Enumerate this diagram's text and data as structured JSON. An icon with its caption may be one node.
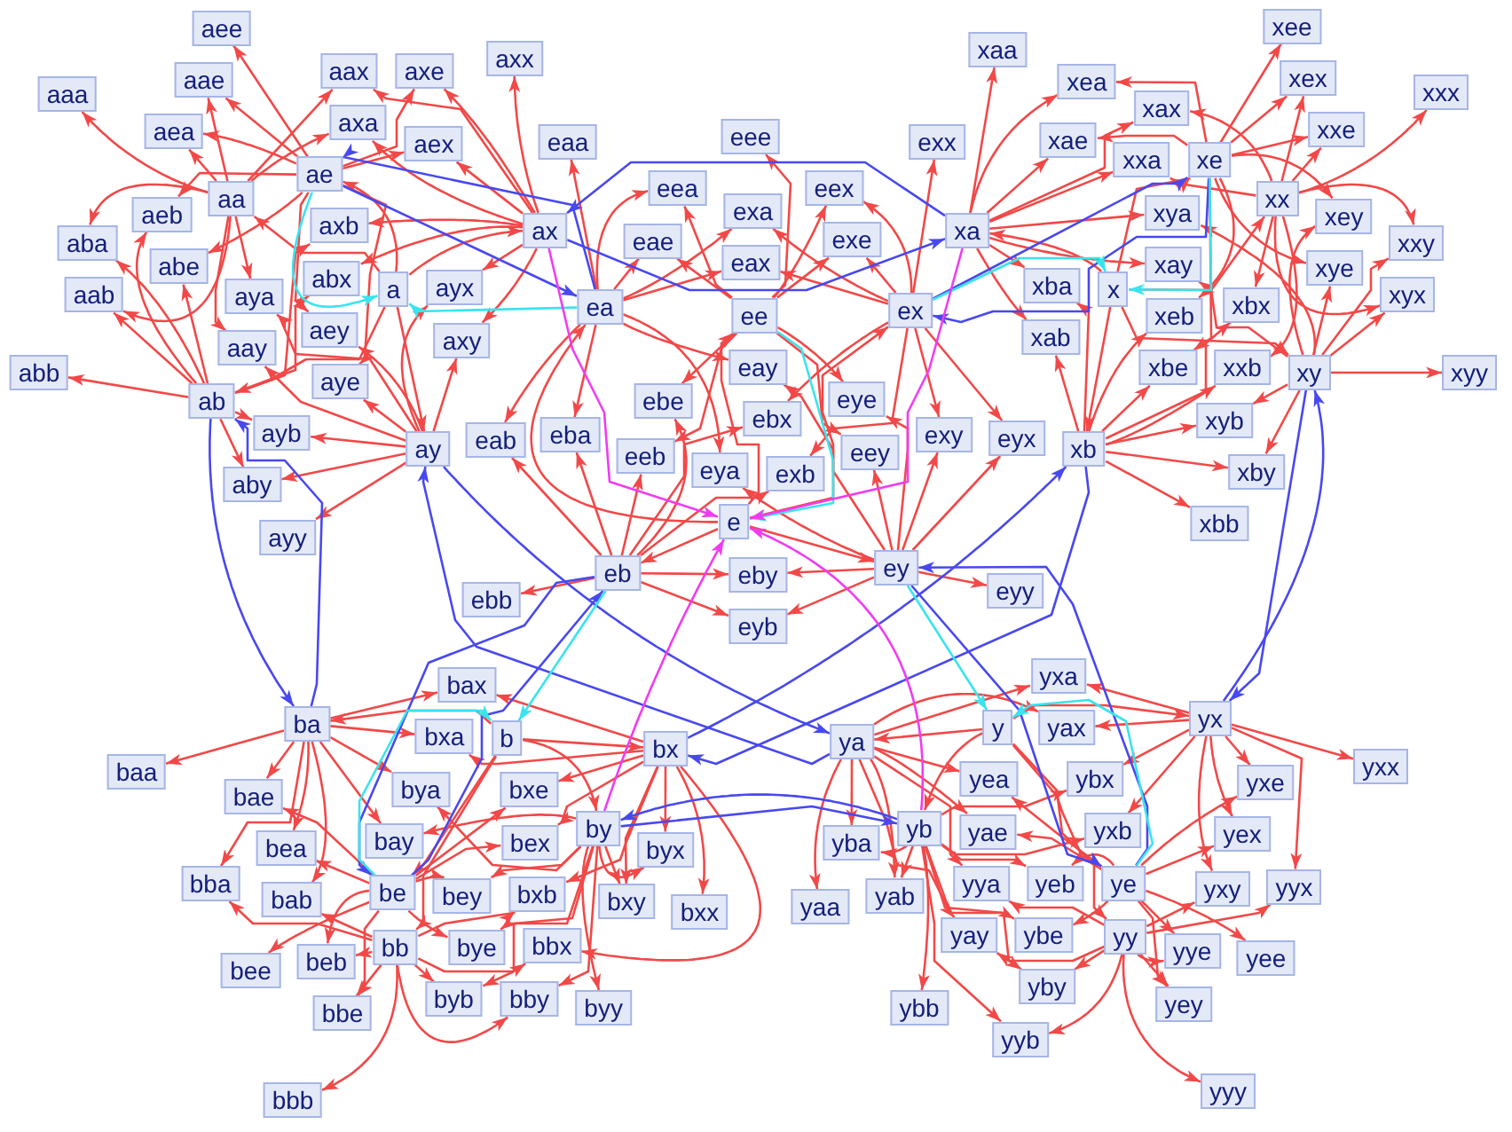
{
  "diagram": {
    "nodes": [
      {
        "text": [
          "a"
        ]
      },
      {
        "text": [
          "b"
        ]
      },
      {
        "text": [
          "e"
        ]
      },
      {
        "text": [
          "x"
        ]
      },
      {
        "text": [
          "y"
        ]
      },
      {
        "text": [
          "aa"
        ]
      },
      {
        "text": [
          "ab"
        ]
      },
      {
        "text": [
          "ae"
        ]
      },
      {
        "text": [
          "ax"
        ]
      },
      {
        "text": [
          "ay"
        ]
      },
      {
        "text": [
          "ba"
        ]
      },
      {
        "text": [
          "bb"
        ]
      },
      {
        "text": [
          "be"
        ]
      },
      {
        "text": [
          "bx"
        ]
      },
      {
        "text": [
          "by"
        ]
      },
      {
        "text": [
          "ea"
        ]
      },
      {
        "text": [
          "eb"
        ]
      },
      {
        "text": [
          "ee"
        ]
      },
      {
        "text": [
          "ex"
        ]
      },
      {
        "text": [
          "ey"
        ]
      },
      {
        "text": [
          "xa"
        ]
      },
      {
        "text": [
          "xb"
        ]
      },
      {
        "text": [
          "xe"
        ]
      },
      {
        "text": [
          "xx"
        ]
      },
      {
        "text": [
          "xy"
        ]
      },
      {
        "text": [
          "ya"
        ]
      },
      {
        "text": [
          "yb"
        ]
      },
      {
        "text": [
          "ye"
        ]
      },
      {
        "text": [
          "yx"
        ]
      },
      {
        "text": [
          "yy"
        ]
      },
      {
        "text": [
          "aaa"
        ]
      },
      {
        "text": [
          "aab"
        ]
      },
      {
        "text": [
          "aae"
        ]
      },
      {
        "text": [
          "aax"
        ]
      },
      {
        "text": [
          "aay"
        ]
      },
      {
        "text": [
          "aba"
        ]
      },
      {
        "text": [
          "abb"
        ]
      },
      {
        "text": [
          "abe"
        ]
      },
      {
        "text": [
          "abx"
        ]
      },
      {
        "text": [
          "aby"
        ]
      },
      {
        "text": [
          "aea"
        ]
      },
      {
        "text": [
          "aeb"
        ]
      },
      {
        "text": [
          "aee"
        ]
      },
      {
        "text": [
          "aex"
        ]
      },
      {
        "text": [
          "aey"
        ]
      },
      {
        "text": [
          "axa"
        ]
      },
      {
        "text": [
          "axb"
        ]
      },
      {
        "text": [
          "axe"
        ]
      },
      {
        "text": [
          "axx"
        ]
      },
      {
        "text": [
          "axy"
        ]
      },
      {
        "text": [
          "aya"
        ]
      },
      {
        "text": [
          "ayb"
        ]
      },
      {
        "text": [
          "aye"
        ]
      },
      {
        "text": [
          "ayx"
        ]
      },
      {
        "text": [
          "ayy"
        ]
      },
      {
        "text": [
          "baa"
        ]
      },
      {
        "text": [
          "bab"
        ]
      },
      {
        "text": [
          "bae"
        ]
      },
      {
        "text": [
          "bax"
        ]
      },
      {
        "text": [
          "bay"
        ]
      },
      {
        "text": [
          "bba"
        ]
      },
      {
        "text": [
          "bbb"
        ]
      },
      {
        "text": [
          "bbe"
        ]
      },
      {
        "text": [
          "bbx"
        ]
      },
      {
        "text": [
          "bby"
        ]
      },
      {
        "text": [
          "bea"
        ]
      },
      {
        "text": [
          "beb"
        ]
      },
      {
        "text": [
          "bee"
        ]
      },
      {
        "text": [
          "bex"
        ]
      },
      {
        "text": [
          "bey"
        ]
      },
      {
        "text": [
          "bxa"
        ]
      },
      {
        "text": [
          "bxb"
        ]
      },
      {
        "text": [
          "bxe"
        ]
      },
      {
        "text": [
          "bxx"
        ]
      },
      {
        "text": [
          "bxy"
        ]
      },
      {
        "text": [
          "bya"
        ]
      },
      {
        "text": [
          "byb"
        ]
      },
      {
        "text": [
          "bye"
        ]
      },
      {
        "text": [
          "byx"
        ]
      },
      {
        "text": [
          "byy"
        ]
      },
      {
        "text": [
          "eaa"
        ]
      },
      {
        "text": [
          "eab"
        ]
      },
      {
        "text": [
          "eae"
        ]
      },
      {
        "text": [
          "eax"
        ]
      },
      {
        "text": [
          "eay"
        ]
      },
      {
        "text": [
          "eba"
        ]
      },
      {
        "text": [
          "ebb"
        ]
      },
      {
        "text": [
          "ebe"
        ]
      },
      {
        "text": [
          "ebx"
        ]
      },
      {
        "text": [
          "eby"
        ]
      },
      {
        "text": [
          "eea"
        ]
      },
      {
        "text": [
          "eeb"
        ]
      },
      {
        "text": [
          "eee"
        ]
      },
      {
        "text": [
          "eex"
        ]
      },
      {
        "text": [
          "eey"
        ]
      },
      {
        "text": [
          "exa"
        ]
      },
      {
        "text": [
          "exb"
        ]
      },
      {
        "text": [
          "exe"
        ]
      },
      {
        "text": [
          "exx"
        ]
      },
      {
        "text": [
          "exy"
        ]
      },
      {
        "text": [
          "eya"
        ]
      },
      {
        "text": [
          "eyb"
        ]
      },
      {
        "text": [
          "eye"
        ]
      },
      {
        "text": [
          "eyx"
        ]
      },
      {
        "text": [
          "eyy"
        ]
      },
      {
        "text": [
          "xaa"
        ]
      },
      {
        "text": [
          "xab"
        ]
      },
      {
        "text": [
          "xae"
        ]
      },
      {
        "text": [
          "xax"
        ]
      },
      {
        "text": [
          "xay"
        ]
      },
      {
        "text": [
          "xba"
        ]
      },
      {
        "text": [
          "xbb"
        ]
      },
      {
        "text": [
          "xbe"
        ]
      },
      {
        "text": [
          "xbx"
        ]
      },
      {
        "text": [
          "xby"
        ]
      },
      {
        "text": [
          "xea"
        ]
      },
      {
        "text": [
          "xeb"
        ]
      },
      {
        "text": [
          "xee"
        ]
      },
      {
        "text": [
          "xex"
        ]
      },
      {
        "text": [
          "xey"
        ]
      },
      {
        "text": [
          "xxa"
        ]
      },
      {
        "text": [
          "xxb"
        ]
      },
      {
        "text": [
          "xxe"
        ]
      },
      {
        "text": [
          "xxx"
        ]
      },
      {
        "text": [
          "xxy"
        ]
      },
      {
        "text": [
          "xya"
        ]
      },
      {
        "text": [
          "xyb"
        ]
      },
      {
        "text": [
          "xye"
        ]
      },
      {
        "text": [
          "xyx"
        ]
      },
      {
        "text": [
          "xyy"
        ]
      },
      {
        "text": [
          "yaa"
        ]
      },
      {
        "text": [
          "yab"
        ]
      },
      {
        "text": [
          "yae"
        ]
      },
      {
        "text": [
          "yax"
        ]
      },
      {
        "text": [
          "yay"
        ]
      },
      {
        "text": [
          "yba"
        ]
      },
      {
        "text": [
          "ybb"
        ]
      },
      {
        "text": [
          "ybe"
        ]
      },
      {
        "text": [
          "ybx"
        ]
      },
      {
        "text": [
          "yby"
        ]
      },
      {
        "text": [
          "yea"
        ]
      },
      {
        "text": [
          "yeb"
        ]
      },
      {
        "text": [
          "yee"
        ]
      },
      {
        "text": [
          "yex"
        ]
      },
      {
        "text": [
          "yey"
        ]
      },
      {
        "text": [
          "yxa"
        ]
      },
      {
        "text": [
          "yxb"
        ]
      },
      {
        "text": [
          "yxe"
        ]
      },
      {
        "text": [
          "yxx"
        ]
      },
      {
        "text": [
          "yxy"
        ]
      },
      {
        "text": [
          "yya"
        ]
      },
      {
        "text": [
          "yyb"
        ]
      },
      {
        "text": [
          "yye"
        ]
      },
      {
        "text": [
          "yyx"
        ]
      },
      {
        "text": [
          "yyy"
        ]
      }
    ],
    "edges": [
      {
        "from": 0,
        "to": 5,
        "arrow": "to"
      },
      {
        "from": 0,
        "to": 6,
        "arrow": "to"
      },
      {
        "from": 0,
        "to": 7,
        "arrow": "to"
      },
      {
        "from": 0,
        "to": 8,
        "arrow": "to"
      },
      {
        "from": 0,
        "to": 9,
        "arrow": "to"
      },
      {
        "from": 1,
        "to": 10,
        "arrow": "to"
      },
      {
        "from": 1,
        "to": 11,
        "arrow": "to"
      },
      {
        "from": 1,
        "to": 12,
        "arrow": "to"
      },
      {
        "from": 1,
        "to": 13,
        "arrow": "to"
      },
      {
        "from": 1,
        "to": 14,
        "arrow": "to"
      },
      {
        "from": 2,
        "to": 15,
        "arrow": "to"
      },
      {
        "from": 2,
        "to": 16,
        "arrow": "to"
      },
      {
        "from": 2,
        "to": 17,
        "arrow": "to"
      },
      {
        "from": 2,
        "to": 18,
        "arrow": "to"
      },
      {
        "from": 2,
        "to": 19,
        "arrow": "to"
      },
      {
        "from": 3,
        "to": 20,
        "arrow": "to"
      },
      {
        "from": 3,
        "to": 21,
        "arrow": "to"
      },
      {
        "from": 3,
        "to": 22,
        "arrow": "to"
      },
      {
        "from": 3,
        "to": 23,
        "arrow": "to"
      },
      {
        "from": 3,
        "to": 24,
        "arrow": "to"
      },
      {
        "from": 4,
        "to": 25,
        "arrow": "to"
      },
      {
        "from": 4,
        "to": 26,
        "arrow": "to"
      },
      {
        "from": 4,
        "to": 27,
        "arrow": "to"
      },
      {
        "from": 4,
        "to": 28,
        "arrow": "to"
      },
      {
        "from": 4,
        "to": 29,
        "arrow": "to"
      },
      {
        "from": 5,
        "to": 30,
        "arrow": "to"
      },
      {
        "from": 5,
        "to": 35,
        "arrow": "to"
      },
      {
        "from": 5,
        "to": 40,
        "arrow": "to"
      },
      {
        "from": 5,
        "to": 45,
        "arrow": "to"
      },
      {
        "from": 5,
        "to": 50,
        "arrow": "to"
      },
      {
        "from": 5,
        "to": 31,
        "arrow": "to"
      },
      {
        "from": 5,
        "to": 32,
        "arrow": "to"
      },
      {
        "from": 5,
        "to": 33,
        "arrow": "to"
      },
      {
        "from": 5,
        "to": 34,
        "arrow": "to"
      },
      {
        "from": 6,
        "to": 31,
        "arrow": "to"
      },
      {
        "from": 6,
        "to": 36,
        "arrow": "to"
      },
      {
        "from": 6,
        "to": 41,
        "arrow": "to"
      },
      {
        "from": 6,
        "to": 46,
        "arrow": "to"
      },
      {
        "from": 6,
        "to": 51,
        "arrow": "to"
      },
      {
        "from": 6,
        "to": 35,
        "arrow": "to"
      },
      {
        "from": 6,
        "to": 37,
        "arrow": "to"
      },
      {
        "from": 6,
        "to": 38,
        "arrow": "to"
      },
      {
        "from": 6,
        "to": 39,
        "arrow": "to"
      },
      {
        "from": 7,
        "to": 32,
        "arrow": "to"
      },
      {
        "from": 7,
        "to": 37,
        "arrow": "to"
      },
      {
        "from": 7,
        "to": 42,
        "arrow": "to"
      },
      {
        "from": 7,
        "to": 47,
        "arrow": "to"
      },
      {
        "from": 7,
        "to": 52,
        "arrow": "to"
      },
      {
        "from": 7,
        "to": 40,
        "arrow": "to"
      },
      {
        "from": 7,
        "to": 41,
        "arrow": "to"
      },
      {
        "from": 7,
        "to": 43,
        "arrow": "to"
      },
      {
        "from": 7,
        "to": 44,
        "arrow": "to"
      },
      {
        "from": 8,
        "to": 33,
        "arrow": "to"
      },
      {
        "from": 8,
        "to": 38,
        "arrow": "to"
      },
      {
        "from": 8,
        "to": 43,
        "arrow": "to"
      },
      {
        "from": 8,
        "to": 48,
        "arrow": "to"
      },
      {
        "from": 8,
        "to": 53,
        "arrow": "to"
      },
      {
        "from": 8,
        "to": 45,
        "arrow": "to"
      },
      {
        "from": 8,
        "to": 46,
        "arrow": "to"
      },
      {
        "from": 8,
        "to": 47,
        "arrow": "to"
      },
      {
        "from": 8,
        "to": 49,
        "arrow": "to"
      },
      {
        "from": 9,
        "to": 34,
        "arrow": "to"
      },
      {
        "from": 9,
        "to": 39,
        "arrow": "to"
      },
      {
        "from": 9,
        "to": 44,
        "arrow": "to"
      },
      {
        "from": 9,
        "to": 49,
        "arrow": "to"
      },
      {
        "from": 9,
        "to": 54,
        "arrow": "to"
      },
      {
        "from": 9,
        "to": 50,
        "arrow": "to"
      },
      {
        "from": 9,
        "to": 51,
        "arrow": "to"
      },
      {
        "from": 9,
        "to": 52,
        "arrow": "to"
      },
      {
        "from": 9,
        "to": 53,
        "arrow": "to"
      },
      {
        "from": 10,
        "to": 55,
        "arrow": "to"
      },
      {
        "from": 10,
        "to": 60,
        "arrow": "to"
      },
      {
        "from": 10,
        "to": 65,
        "arrow": "to"
      },
      {
        "from": 10,
        "to": 70,
        "arrow": "to"
      },
      {
        "from": 10,
        "to": 75,
        "arrow": "to"
      },
      {
        "from": 10,
        "to": 56,
        "arrow": "to"
      },
      {
        "from": 10,
        "to": 57,
        "arrow": "to"
      },
      {
        "from": 10,
        "to": 58,
        "arrow": "to"
      },
      {
        "from": 10,
        "to": 59,
        "arrow": "to"
      },
      {
        "from": 11,
        "to": 56,
        "arrow": "to"
      },
      {
        "from": 11,
        "to": 61,
        "arrow": "to"
      },
      {
        "from": 11,
        "to": 66,
        "arrow": "to"
      },
      {
        "from": 11,
        "to": 71,
        "arrow": "to"
      },
      {
        "from": 11,
        "to": 76,
        "arrow": "to"
      },
      {
        "from": 11,
        "to": 60,
        "arrow": "to"
      },
      {
        "from": 11,
        "to": 62,
        "arrow": "to"
      },
      {
        "from": 11,
        "to": 63,
        "arrow": "to"
      },
      {
        "from": 11,
        "to": 64,
        "arrow": "to"
      },
      {
        "from": 12,
        "to": 57,
        "arrow": "to"
      },
      {
        "from": 12,
        "to": 62,
        "arrow": "to"
      },
      {
        "from": 12,
        "to": 67,
        "arrow": "to"
      },
      {
        "from": 12,
        "to": 72,
        "arrow": "to"
      },
      {
        "from": 12,
        "to": 77,
        "arrow": "to"
      },
      {
        "from": 12,
        "to": 65,
        "arrow": "to"
      },
      {
        "from": 12,
        "to": 66,
        "arrow": "to"
      },
      {
        "from": 12,
        "to": 68,
        "arrow": "to"
      },
      {
        "from": 12,
        "to": 69,
        "arrow": "to"
      },
      {
        "from": 13,
        "to": 58,
        "arrow": "to"
      },
      {
        "from": 13,
        "to": 63,
        "arrow": "to"
      },
      {
        "from": 13,
        "to": 68,
        "arrow": "to"
      },
      {
        "from": 13,
        "to": 73,
        "arrow": "to"
      },
      {
        "from": 13,
        "to": 78,
        "arrow": "to"
      },
      {
        "from": 13,
        "to": 70,
        "arrow": "to"
      },
      {
        "from": 13,
        "to": 71,
        "arrow": "to"
      },
      {
        "from": 13,
        "to": 72,
        "arrow": "to"
      },
      {
        "from": 13,
        "to": 74,
        "arrow": "to"
      },
      {
        "from": 14,
        "to": 59,
        "arrow": "to"
      },
      {
        "from": 14,
        "to": 64,
        "arrow": "to"
      },
      {
        "from": 14,
        "to": 69,
        "arrow": "to"
      },
      {
        "from": 14,
        "to": 74,
        "arrow": "to"
      },
      {
        "from": 14,
        "to": 79,
        "arrow": "to"
      },
      {
        "from": 14,
        "to": 75,
        "arrow": "to"
      },
      {
        "from": 14,
        "to": 76,
        "arrow": "to"
      },
      {
        "from": 14,
        "to": 77,
        "arrow": "to"
      },
      {
        "from": 14,
        "to": 78,
        "arrow": "to"
      },
      {
        "from": 15,
        "to": 80,
        "arrow": "to"
      },
      {
        "from": 15,
        "to": 85,
        "arrow": "to"
      },
      {
        "from": 15,
        "to": 90,
        "arrow": "to"
      },
      {
        "from": 15,
        "to": 95,
        "arrow": "to"
      },
      {
        "from": 15,
        "to": 100,
        "arrow": "to"
      },
      {
        "from": 15,
        "to": 81,
        "arrow": "to"
      },
      {
        "from": 15,
        "to": 82,
        "arrow": "to"
      },
      {
        "from": 15,
        "to": 83,
        "arrow": "to"
      },
      {
        "from": 15,
        "to": 84,
        "arrow": "to"
      },
      {
        "from": 16,
        "to": 81,
        "arrow": "to"
      },
      {
        "from": 16,
        "to": 86,
        "arrow": "to"
      },
      {
        "from": 16,
        "to": 91,
        "arrow": "to"
      },
      {
        "from": 16,
        "to": 96,
        "arrow": "to"
      },
      {
        "from": 16,
        "to": 101,
        "arrow": "to"
      },
      {
        "from": 16,
        "to": 85,
        "arrow": "to"
      },
      {
        "from": 16,
        "to": 87,
        "arrow": "to"
      },
      {
        "from": 16,
        "to": 88,
        "arrow": "to"
      },
      {
        "from": 16,
        "to": 89,
        "arrow": "to"
      },
      {
        "from": 17,
        "to": 82,
        "arrow": "to"
      },
      {
        "from": 17,
        "to": 87,
        "arrow": "to"
      },
      {
        "from": 17,
        "to": 92,
        "arrow": "to"
      },
      {
        "from": 17,
        "to": 97,
        "arrow": "to"
      },
      {
        "from": 17,
        "to": 102,
        "arrow": "to"
      },
      {
        "from": 17,
        "to": 90,
        "arrow": "to"
      },
      {
        "from": 17,
        "to": 91,
        "arrow": "to"
      },
      {
        "from": 17,
        "to": 93,
        "arrow": "to"
      },
      {
        "from": 17,
        "to": 94,
        "arrow": "to"
      },
      {
        "from": 18,
        "to": 83,
        "arrow": "to"
      },
      {
        "from": 18,
        "to": 88,
        "arrow": "to"
      },
      {
        "from": 18,
        "to": 93,
        "arrow": "to"
      },
      {
        "from": 18,
        "to": 98,
        "arrow": "to"
      },
      {
        "from": 18,
        "to": 103,
        "arrow": "to"
      },
      {
        "from": 18,
        "to": 95,
        "arrow": "to"
      },
      {
        "from": 18,
        "to": 96,
        "arrow": "to"
      },
      {
        "from": 18,
        "to": 97,
        "arrow": "to"
      },
      {
        "from": 18,
        "to": 99,
        "arrow": "to"
      },
      {
        "from": 19,
        "to": 84,
        "arrow": "to"
      },
      {
        "from": 19,
        "to": 89,
        "arrow": "to"
      },
      {
        "from": 19,
        "to": 94,
        "arrow": "to"
      },
      {
        "from": 19,
        "to": 99,
        "arrow": "to"
      },
      {
        "from": 19,
        "to": 104,
        "arrow": "to"
      },
      {
        "from": 19,
        "to": 100,
        "arrow": "to"
      },
      {
        "from": 19,
        "to": 101,
        "arrow": "to"
      },
      {
        "from": 19,
        "to": 102,
        "arrow": "to"
      },
      {
        "from": 19,
        "to": 103,
        "arrow": "to"
      },
      {
        "from": 20,
        "to": 105,
        "arrow": "to"
      },
      {
        "from": 20,
        "to": 110,
        "arrow": "to"
      },
      {
        "from": 20,
        "to": 115,
        "arrow": "to"
      },
      {
        "from": 20,
        "to": 120,
        "arrow": "to"
      },
      {
        "from": 20,
        "to": 125,
        "arrow": "to"
      },
      {
        "from": 20,
        "to": 106,
        "arrow": "to"
      },
      {
        "from": 20,
        "to": 107,
        "arrow": "to"
      },
      {
        "from": 20,
        "to": 108,
        "arrow": "to"
      },
      {
        "from": 20,
        "to": 109,
        "arrow": "to"
      },
      {
        "from": 21,
        "to": 106,
        "arrow": "to"
      },
      {
        "from": 21,
        "to": 111,
        "arrow": "to"
      },
      {
        "from": 21,
        "to": 116,
        "arrow": "to"
      },
      {
        "from": 21,
        "to": 121,
        "arrow": "to"
      },
      {
        "from": 21,
        "to": 126,
        "arrow": "to"
      },
      {
        "from": 21,
        "to": 110,
        "arrow": "to"
      },
      {
        "from": 21,
        "to": 112,
        "arrow": "to"
      },
      {
        "from": 21,
        "to": 113,
        "arrow": "to"
      },
      {
        "from": 21,
        "to": 114,
        "arrow": "to"
      },
      {
        "from": 22,
        "to": 107,
        "arrow": "to"
      },
      {
        "from": 22,
        "to": 112,
        "arrow": "to"
      },
      {
        "from": 22,
        "to": 117,
        "arrow": "to"
      },
      {
        "from": 22,
        "to": 122,
        "arrow": "to"
      },
      {
        "from": 22,
        "to": 127,
        "arrow": "to"
      },
      {
        "from": 22,
        "to": 115,
        "arrow": "to"
      },
      {
        "from": 22,
        "to": 116,
        "arrow": "to"
      },
      {
        "from": 22,
        "to": 118,
        "arrow": "to"
      },
      {
        "from": 22,
        "to": 119,
        "arrow": "to"
      },
      {
        "from": 23,
        "to": 108,
        "arrow": "to"
      },
      {
        "from": 23,
        "to": 113,
        "arrow": "to"
      },
      {
        "from": 23,
        "to": 118,
        "arrow": "to"
      },
      {
        "from": 23,
        "to": 123,
        "arrow": "to"
      },
      {
        "from": 23,
        "to": 128,
        "arrow": "to"
      },
      {
        "from": 23,
        "to": 120,
        "arrow": "to"
      },
      {
        "from": 23,
        "to": 121,
        "arrow": "to"
      },
      {
        "from": 23,
        "to": 122,
        "arrow": "to"
      },
      {
        "from": 23,
        "to": 124,
        "arrow": "to"
      },
      {
        "from": 24,
        "to": 109,
        "arrow": "to"
      },
      {
        "from": 24,
        "to": 114,
        "arrow": "to"
      },
      {
        "from": 24,
        "to": 119,
        "arrow": "to"
      },
      {
        "from": 24,
        "to": 124,
        "arrow": "to"
      },
      {
        "from": 24,
        "to": 129,
        "arrow": "to"
      },
      {
        "from": 24,
        "to": 125,
        "arrow": "to"
      },
      {
        "from": 24,
        "to": 126,
        "arrow": "to"
      },
      {
        "from": 24,
        "to": 127,
        "arrow": "to"
      },
      {
        "from": 24,
        "to": 128,
        "arrow": "to"
      },
      {
        "from": 25,
        "to": 130,
        "arrow": "to"
      },
      {
        "from": 25,
        "to": 135,
        "arrow": "to"
      },
      {
        "from": 25,
        "to": 140,
        "arrow": "to"
      },
      {
        "from": 25,
        "to": 145,
        "arrow": "to"
      },
      {
        "from": 25,
        "to": 150,
        "arrow": "to"
      },
      {
        "from": 25,
        "to": 131,
        "arrow": "to"
      },
      {
        "from": 25,
        "to": 132,
        "arrow": "to"
      },
      {
        "from": 25,
        "to": 133,
        "arrow": "to"
      },
      {
        "from": 25,
        "to": 134,
        "arrow": "to"
      },
      {
        "from": 26,
        "to": 131,
        "arrow": "to"
      },
      {
        "from": 26,
        "to": 136,
        "arrow": "to"
      },
      {
        "from": 26,
        "to": 141,
        "arrow": "to"
      },
      {
        "from": 26,
        "to": 146,
        "arrow": "to"
      },
      {
        "from": 26,
        "to": 151,
        "arrow": "to"
      },
      {
        "from": 26,
        "to": 135,
        "arrow": "to"
      },
      {
        "from": 26,
        "to": 137,
        "arrow": "to"
      },
      {
        "from": 26,
        "to": 138,
        "arrow": "to"
      },
      {
        "from": 26,
        "to": 139,
        "arrow": "to"
      },
      {
        "from": 27,
        "to": 132,
        "arrow": "to"
      },
      {
        "from": 27,
        "to": 137,
        "arrow": "to"
      },
      {
        "from": 27,
        "to": 142,
        "arrow": "to"
      },
      {
        "from": 27,
        "to": 147,
        "arrow": "to"
      },
      {
        "from": 27,
        "to": 152,
        "arrow": "to"
      },
      {
        "from": 27,
        "to": 140,
        "arrow": "to"
      },
      {
        "from": 27,
        "to": 141,
        "arrow": "to"
      },
      {
        "from": 27,
        "to": 143,
        "arrow": "to"
      },
      {
        "from": 27,
        "to": 144,
        "arrow": "to"
      },
      {
        "from": 28,
        "to": 133,
        "arrow": "to"
      },
      {
        "from": 28,
        "to": 138,
        "arrow": "to"
      },
      {
        "from": 28,
        "to": 143,
        "arrow": "to"
      },
      {
        "from": 28,
        "to": 148,
        "arrow": "to"
      },
      {
        "from": 28,
        "to": 153,
        "arrow": "to"
      },
      {
        "from": 28,
        "to": 145,
        "arrow": "to"
      },
      {
        "from": 28,
        "to": 146,
        "arrow": "to"
      },
      {
        "from": 28,
        "to": 147,
        "arrow": "to"
      },
      {
        "from": 28,
        "to": 149,
        "arrow": "to"
      },
      {
        "from": 29,
        "to": 134,
        "arrow": "to"
      },
      {
        "from": 29,
        "to": 139,
        "arrow": "to"
      },
      {
        "from": 29,
        "to": 144,
        "arrow": "to"
      },
      {
        "from": 29,
        "to": 149,
        "arrow": "to"
      },
      {
        "from": 29,
        "to": 154,
        "arrow": "to"
      },
      {
        "from": 29,
        "to": 150,
        "arrow": "to"
      },
      {
        "from": 29,
        "to": 151,
        "arrow": "to"
      },
      {
        "from": 29,
        "to": 152,
        "arrow": "to"
      },
      {
        "from": 29,
        "to": 153,
        "arrow": "to"
      },
      {
        "from": 6,
        "to": 10,
        "arrow": "to",
        "color": "#4848f0"
      },
      {
        "from": 10,
        "to": 6,
        "arrow": "to",
        "color": "#4848f0"
      },
      {
        "from": 7,
        "to": 15,
        "arrow": "to",
        "color": "#4848f0"
      },
      {
        "from": 15,
        "to": 7,
        "arrow": "to",
        "color": "#4848f0"
      },
      {
        "from": 8,
        "to": 20,
        "arrow": "to",
        "color": "#4848f0"
      },
      {
        "from": 20,
        "to": 8,
        "arrow": "to",
        "color": "#4848f0"
      },
      {
        "from": 9,
        "to": 25,
        "arrow": "to",
        "color": "#4848f0"
      },
      {
        "from": 25,
        "to": 9,
        "arrow": "to",
        "color": "#4848f0"
      },
      {
        "from": 12,
        "to": 16,
        "arrow": "to",
        "color": "#4848f0"
      },
      {
        "from": 16,
        "to": 12,
        "arrow": "to",
        "color": "#4848f0"
      },
      {
        "from": 13,
        "to": 21,
        "arrow": "to",
        "color": "#4848f0"
      },
      {
        "from": 21,
        "to": 13,
        "arrow": "to",
        "color": "#4848f0"
      },
      {
        "from": 14,
        "to": 26,
        "arrow": "to",
        "color": "#4848f0"
      },
      {
        "from": 26,
        "to": 14,
        "arrow": "to",
        "color": "#4848f0"
      },
      {
        "from": 18,
        "to": 22,
        "arrow": "to",
        "color": "#4848f0"
      },
      {
        "from": 22,
        "to": 18,
        "arrow": "to",
        "color": "#4848f0"
      },
      {
        "from": 19,
        "to": 27,
        "arrow": "to",
        "color": "#4848f0"
      },
      {
        "from": 27,
        "to": 19,
        "arrow": "to",
        "color": "#4848f0"
      },
      {
        "from": 24,
        "to": 28,
        "arrow": "to",
        "color": "#4848f0"
      },
      {
        "from": 28,
        "to": 24,
        "arrow": "to",
        "color": "#4848f0"
      },
      {
        "from": 7,
        "to": 0,
        "arrow": "to",
        "color": "#38e4ee"
      },
      {
        "from": 15,
        "to": 0,
        "arrow": "to",
        "color": "#38e4ee"
      },
      {
        "from": 12,
        "to": 1,
        "arrow": "to",
        "color": "#38e4ee"
      },
      {
        "from": 16,
        "to": 1,
        "arrow": "to",
        "color": "#38e4ee"
      },
      {
        "from": 17,
        "to": 2,
        "arrow": "to",
        "color": "#38e4ee"
      },
      {
        "from": 22,
        "to": 3,
        "arrow": "to",
        "color": "#38e4ee"
      },
      {
        "from": 18,
        "to": 3,
        "arrow": "to",
        "color": "#38e4ee"
      },
      {
        "from": 27,
        "to": 4,
        "arrow": "to",
        "color": "#38e4ee"
      },
      {
        "from": 19,
        "to": 4,
        "arrow": "to",
        "color": "#38e4ee"
      },
      {
        "from": 8,
        "to": 2,
        "arrow": "to",
        "color": "#f03cf0"
      },
      {
        "from": 20,
        "to": 2,
        "arrow": "to",
        "color": "#f03cf0"
      },
      {
        "from": 14,
        "to": 2,
        "arrow": "to",
        "color": "#f03cf0"
      },
      {
        "from": 26,
        "to": 2,
        "arrow": "to",
        "color": "#f03cf0"
      }
    ]
  }
}
